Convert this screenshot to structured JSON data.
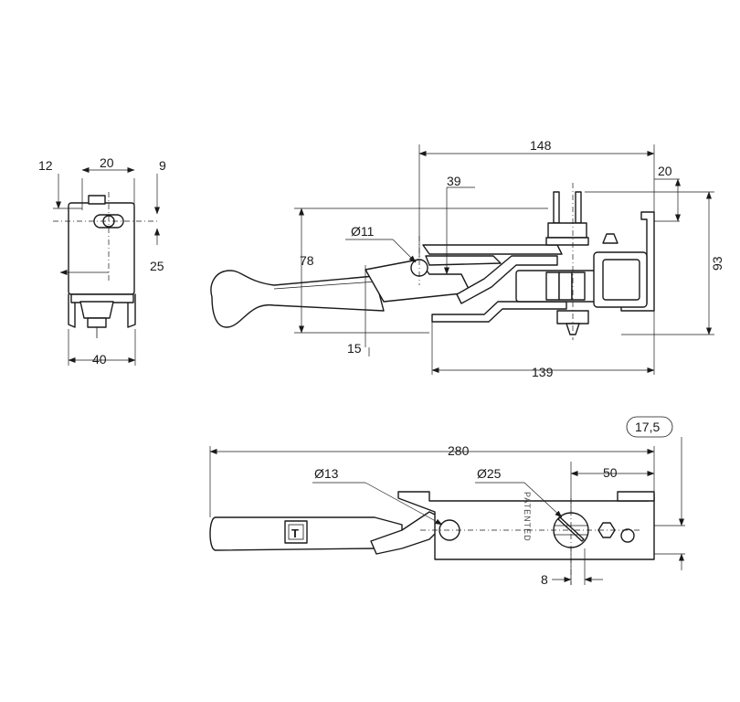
{
  "diagram": {
    "side_view": {
      "dimensions": {
        "d12": "12",
        "d20": "20",
        "d9": "9",
        "d25": "25",
        "d40": "40"
      }
    },
    "front_view": {
      "dimensions": {
        "d148": "148",
        "d39": "39",
        "d20": "20",
        "d11": "Ø11",
        "d78": "78",
        "d93": "93",
        "d15": "15",
        "d139": "139"
      }
    },
    "top_view": {
      "dimensions": {
        "d17_5": "17,5",
        "d280": "280",
        "d13": "Ø13",
        "d25": "Ø25",
        "d50": "50",
        "d8": "8"
      },
      "marking": "PATENTED",
      "logo_letter": "T"
    }
  }
}
